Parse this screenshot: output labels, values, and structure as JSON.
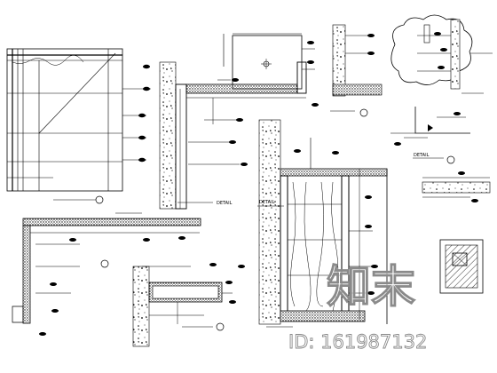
{
  "drawing": {
    "labels": {
      "detail_a": "DETAIL",
      "detail_b": "DETAIL",
      "detail_c": "DETAIL"
    },
    "watermark": {
      "logo_text": "知末",
      "id_text": "ID: 161987132"
    }
  }
}
